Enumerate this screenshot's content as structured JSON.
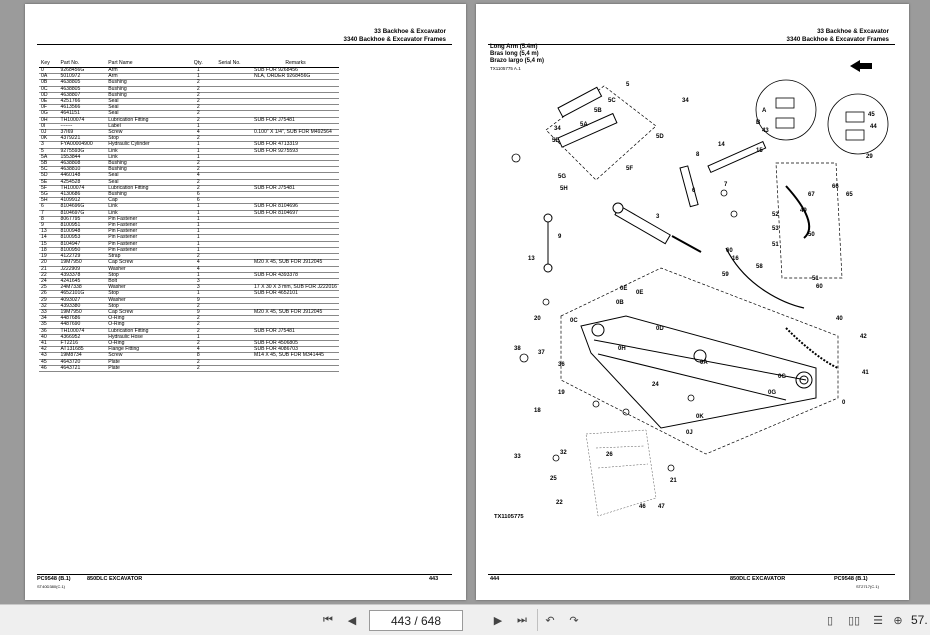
{
  "left_page": {
    "header_line1": "33 Backhoe & Excavator",
    "header_line2": "3340 Backhoe & Excavator Frames",
    "columns": [
      "Key",
      "Part No.",
      "Part Name",
      "Qty.",
      "Serial No.",
      "Remarks"
    ],
    "rows": [
      [
        "0",
        "9268456G",
        "Arm",
        "1",
        "",
        "SUB FOR 9268456"
      ],
      [
        "0A",
        "5010972",
        "Arm",
        "1",
        "",
        "NLA, ORDER 9268456G"
      ],
      [
        "0B",
        "4638805",
        "Bushing",
        "2",
        "",
        ""
      ],
      [
        "0C",
        "4638805",
        "Bushing",
        "2",
        "",
        ""
      ],
      [
        "0D",
        "4638807",
        "Bushing",
        "2",
        "",
        ""
      ],
      [
        "0E",
        "4251766",
        "Seal",
        "2",
        "",
        ""
      ],
      [
        "0F",
        "4613566",
        "Seal",
        "2",
        "",
        ""
      ],
      [
        "0G",
        "4641151",
        "Seal",
        "2",
        "",
        ""
      ],
      [
        "0H",
        "TH100074",
        "Lubrication Fitting",
        "2",
        "",
        "SUB FOR J75481"
      ],
      [
        "0I",
        "-------",
        "Label",
        "1",
        "",
        ""
      ],
      [
        "0J",
        "37I69",
        "Screw",
        "4",
        "",
        "0.100\" X 1/4\", SUB FOR M492564"
      ],
      [
        "0K",
        "4379221",
        "Stop",
        "2",
        "",
        ""
      ],
      [
        "3",
        "FYA00004900",
        "Hydraulic Cylinder",
        "1",
        "",
        "SUB FOR 4713319"
      ],
      [
        "5",
        "9275593G",
        "Link",
        "1",
        "",
        "SUB FOR 9275593"
      ],
      [
        "5A",
        "1553844",
        "Link",
        "1",
        "",
        ""
      ],
      [
        "5B",
        "4638808",
        "Bushing",
        "2",
        "",
        ""
      ],
      [
        "5C",
        "4638810",
        "Bushing",
        "2",
        "",
        ""
      ],
      [
        "5D",
        "4460148",
        "Seal",
        "4",
        "",
        ""
      ],
      [
        "5E",
        "4254528",
        "Seal",
        "2",
        "",
        ""
      ],
      [
        "5F",
        "TH100074",
        "Lubrication Fitting",
        "2",
        "",
        "SUB FOR J75481"
      ],
      [
        "5G",
        "4130686",
        "Bushing",
        "6",
        "",
        ""
      ],
      [
        "5H",
        "4109912",
        "Cap",
        "6",
        "",
        ""
      ],
      [
        "6",
        "8104696G",
        "Link",
        "1",
        "",
        "SUB FOR 8104696"
      ],
      [
        "7",
        "8104697G",
        "Link",
        "1",
        "",
        "SUB FOR 8104697"
      ],
      [
        "8",
        "8067795",
        "Pin Fastener",
        "1",
        "",
        ""
      ],
      [
        "9",
        "8100951",
        "Pin Fastener",
        "1",
        "",
        ""
      ],
      [
        "13",
        "8100948",
        "Pin Fastener",
        "1",
        "",
        ""
      ],
      [
        "14",
        "8100953",
        "Pin Fastener",
        "1",
        "",
        ""
      ],
      [
        "15",
        "8104947",
        "Pin Fastener",
        "1",
        "",
        ""
      ],
      [
        "18",
        "8100950",
        "Pin Fastener",
        "1",
        "",
        ""
      ],
      [
        "19",
        "4122729",
        "Strap",
        "2",
        "",
        ""
      ],
      [
        "20",
        "19M7950",
        "Cap Screw",
        "4",
        "",
        "M20 X 45, SUB FOR J912045"
      ],
      [
        "21",
        "J222909",
        "Washer",
        "4",
        "",
        ""
      ],
      [
        "22",
        "4393378",
        "Stop",
        "1",
        "",
        "SUB FOR 4393378"
      ],
      [
        "24",
        "4241645",
        "Bolt",
        "3",
        "",
        ""
      ],
      [
        "25",
        "24M7338",
        "Washer",
        "3",
        "",
        "17 X 30 X 3 mm, SUB FOR J222016"
      ],
      [
        "26",
        "4652101G",
        "Stop",
        "1",
        "",
        "SUB FOR 4652101"
      ],
      [
        "29",
        "4093027",
        "Washer",
        "9",
        "",
        ""
      ],
      [
        "32",
        "4393380",
        "Stop",
        "2",
        "",
        ""
      ],
      [
        "33",
        "19M7950",
        "Cap Screw",
        "9",
        "",
        "M20 X 45, SUB FOR J912045"
      ],
      [
        "34",
        "4487686",
        "O-Ring",
        "2",
        "",
        ""
      ],
      [
        "35",
        "4487690",
        "O-Ring",
        "2",
        "",
        ""
      ],
      [
        "36",
        "TH100074",
        "Lubrication Fitting",
        "2",
        "",
        "SUB FOR J75481"
      ],
      [
        "40",
        "4366952",
        "Hydraulic Hose",
        "1",
        "",
        ""
      ],
      [
        "41",
        "FT2216",
        "O-Ring",
        "2",
        "",
        "SUB FOR 4506805"
      ],
      [
        "42",
        "AT131685",
        "Flange Fitting",
        "4",
        "",
        "SUB FOR 4086703"
      ],
      [
        "43",
        "19M8734",
        "Screw",
        "8",
        "",
        "M14 X 45, SUB FOR M341445"
      ],
      [
        "45",
        "4643720",
        "Plate",
        "2",
        "",
        ""
      ],
      [
        "46",
        "4643721",
        "Plate",
        "2",
        "",
        ""
      ]
    ],
    "footer_model": "PC9548   (B.1)",
    "footer_title": "850DLC EXCAVATOR",
    "footer_page": "443",
    "footer_code": "ST40D380(C.1)"
  },
  "right_page": {
    "header_line1": "33 Backhoe & Excavator",
    "header_line2": "3340 Backhoe & Excavator Frames",
    "title_en": "Long Arm (5.4m)",
    "title_fr": "Bras long (5,4 m)",
    "title_es": "Brazo largo (5,4 m)",
    "diagram_ref_top": "TX1105775 A.1",
    "diagram_ref_bottom": "TX1105775",
    "callouts": [
      "5",
      "34",
      "14",
      "8",
      "5B",
      "5C",
      "5A",
      "5D",
      "5E",
      "5F",
      "5G",
      "5H",
      "34",
      "3",
      "9",
      "13",
      "7",
      "6",
      "49",
      "66",
      "65",
      "67",
      "52",
      "53",
      "50",
      "51",
      "58",
      "60",
      "16",
      "59",
      "60",
      "51",
      "40",
      "41",
      "42",
      "0E",
      "0E",
      "0C",
      "0B",
      "0D",
      "0H",
      "0A",
      "0",
      "0G",
      "0G",
      "0K",
      "0J",
      "38",
      "37",
      "36",
      "19",
      "18",
      "33",
      "32",
      "26",
      "25",
      "22",
      "21",
      "20",
      "24",
      "15",
      "29",
      "A",
      "B",
      "43",
      "44",
      "45",
      "46",
      "47"
    ],
    "footer_page": "444",
    "footer_title": "850DLC EXCAVATOR",
    "footer_model": "PC9548   (B.1)",
    "footer_code": "ST2717(C.1)"
  },
  "toolbar": {
    "page_indicator": "443 / 648",
    "zoom_label": "57."
  }
}
